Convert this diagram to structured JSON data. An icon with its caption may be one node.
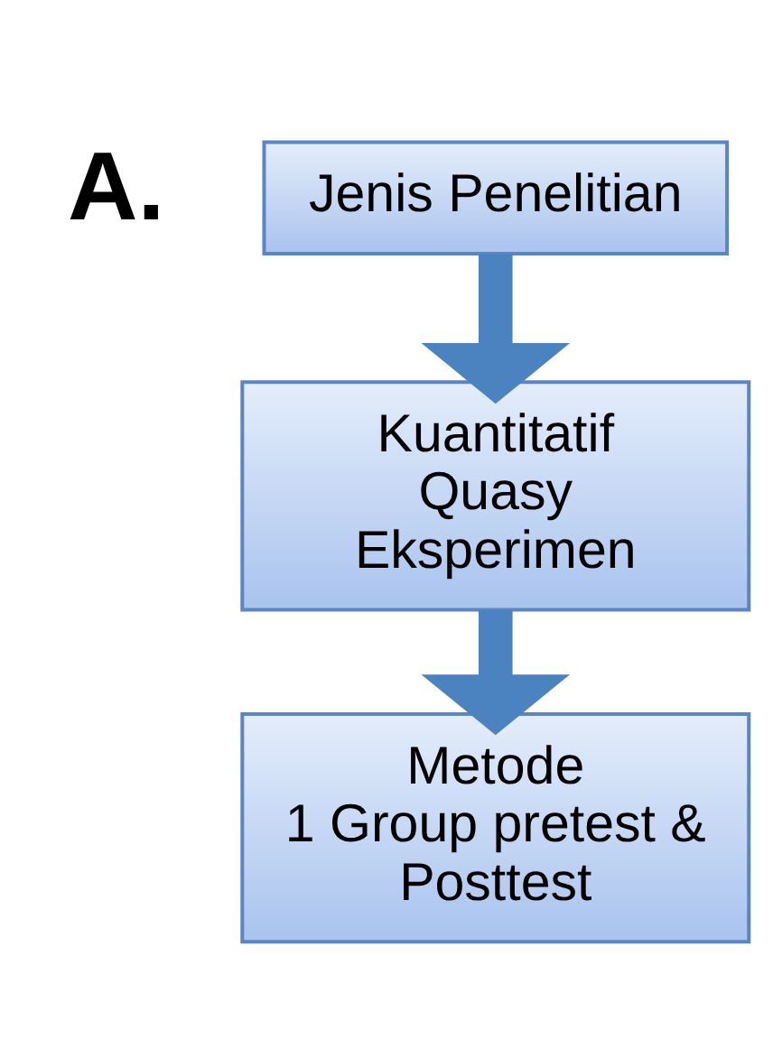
{
  "diagram": {
    "nodes": [
      {
        "text": [
          "Jenis Penelitian"
        ]
      },
      {
        "text": [
          "Kuantitatif Quasy Eksperimen"
        ]
      },
      {
        "text": [
          "Metode 1 Group pretest & Posttest"
        ]
      }
    ],
    "edges": [
      {
        "from": 0,
        "to": 1,
        "arrow": "to"
      },
      {
        "from": 1,
        "to": 2,
        "arrow": "to"
      }
    ],
    "labels": [
      "A."
    ]
  }
}
